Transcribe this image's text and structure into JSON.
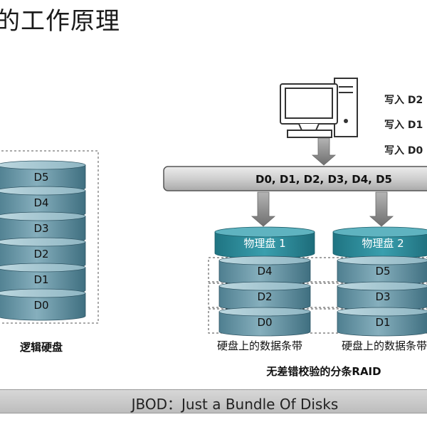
{
  "title": "的工作原理",
  "logical_disk": {
    "label": "逻辑硬盘",
    "blocks": [
      "D5",
      "D4",
      "D3",
      "D2",
      "D1",
      "D0"
    ]
  },
  "computer": {
    "writes": [
      "写入 D2",
      "写入 D1",
      "写入 D0"
    ]
  },
  "bus": {
    "label": "D0, D1, D2, D3, D4, D5"
  },
  "disks": [
    {
      "name": "物理盘 1",
      "blocks": [
        "D4",
        "D2",
        "D0"
      ],
      "caption": "硬盘上的数据条带"
    },
    {
      "name": "物理盘 2",
      "blocks": [
        "D5",
        "D3",
        "D1"
      ],
      "caption": "硬盘上的数据条带"
    }
  ],
  "raid_caption": "无差错校验的分条RAID",
  "footer": "JBOD：Just a Bundle Of Disks",
  "colors": {
    "disk_body": "#5f8fa0",
    "disk_top": "#a9cbd6",
    "disk_header": "#2f8a98",
    "bus": "#cfcfcf",
    "arrow": "#8a8a8a"
  }
}
